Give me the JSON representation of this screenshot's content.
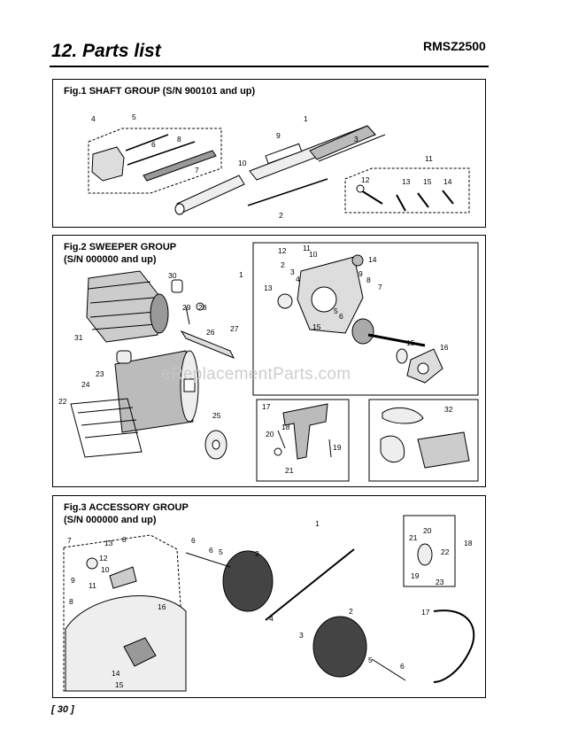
{
  "header": {
    "title": "12. Parts list",
    "model": "RMSZ2500"
  },
  "figures": [
    {
      "title": "Fig.1 SHAFT GROUP  (S/N 900101 and up)",
      "callouts": [
        "1",
        "2",
        "3",
        "4",
        "5",
        "6",
        "7",
        "8",
        "9",
        "10",
        "11",
        "12",
        "13",
        "14",
        "15"
      ]
    },
    {
      "title_line1": "Fig.2 SWEEPER GROUP",
      "title_line2": "(S/N 000000 and up)",
      "callouts": [
        "1",
        "2",
        "3",
        "4",
        "5",
        "6",
        "7",
        "8",
        "9",
        "10",
        "11",
        "12",
        "13",
        "14",
        "15",
        "15",
        "16",
        "17",
        "18",
        "19",
        "20",
        "21",
        "22",
        "23",
        "24",
        "25",
        "26",
        "27",
        "28",
        "29",
        "30",
        "31",
        "32"
      ]
    },
    {
      "title_line1": "Fig.3 ACCESSORY GROUP",
      "title_line2": "(S/N 000000 and up)",
      "callouts": [
        "1",
        "2",
        "2",
        "3",
        "4",
        "5",
        "5",
        "6",
        "6",
        "6",
        "7",
        "8",
        "8",
        "9",
        "10",
        "11",
        "12",
        "13",
        "14",
        "15",
        "16",
        "17",
        "18",
        "19",
        "20",
        "21",
        "22",
        "23"
      ]
    }
  ],
  "watermark": "eReplacementParts.com",
  "footer": {
    "page_number": "30"
  }
}
